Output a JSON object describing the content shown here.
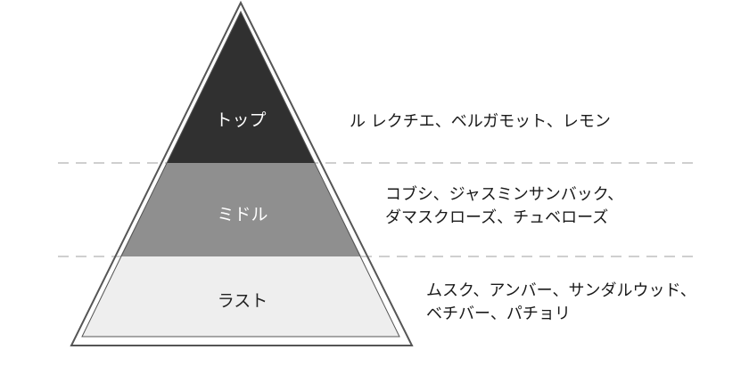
{
  "pyramid": {
    "tiers": [
      {
        "label": "トップ",
        "notes": [
          "ル レクチエ、ベルガモット、レモン"
        ],
        "fill": "#303030",
        "text_color": "#ffffff"
      },
      {
        "label": "ミドル",
        "notes": [
          "コブシ、ジャスミンサンバック、",
          "ダマスクローズ、チュベローズ"
        ],
        "fill": "#8f8f8f",
        "text_color": "#ffffff"
      },
      {
        "label": "ラスト",
        "notes": [
          "ムスク、アンバー、サンダルウッド、",
          "ベチバー、パチョリ"
        ],
        "fill": "#eeeeee",
        "text_color": "#222222"
      }
    ],
    "outline_color": "#555555",
    "divider_color": "#cfcfcf"
  }
}
